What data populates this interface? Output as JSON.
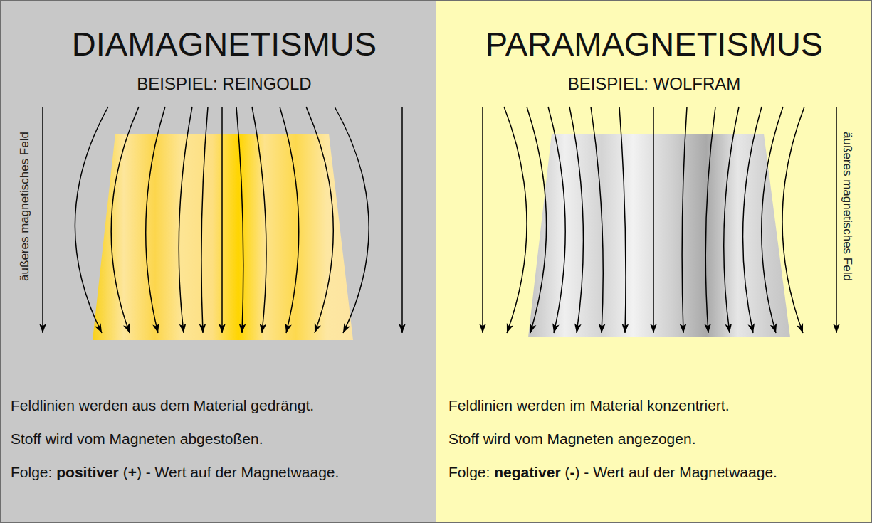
{
  "diagram": {
    "nodes": [
      {
        "text": [
          "DIAMAGNETISMUS",
          "BEISPIEL: REINGOLD",
          "Feldlinien werden aus dem Material gedrängt.",
          "Stoff wird vom Magneten abgestoßen.",
          "Folge:",
          "positiver",
          "(",
          "+",
          ") - Wert auf der Magnetwaage."
        ]
      },
      {
        "text": [
          "PARAMAGNETISMUS",
          "BEISPIEL: WOLFRAM",
          "Feldlinien werden im Material konzentriert.",
          "Stoff wird vom Magneten angezogen.",
          "Folge:",
          "negativer",
          "(",
          "-",
          ") - Wert auf der Magnetwaage."
        ]
      }
    ],
    "labels": [
      "äußeres magnetisches Feld",
      "äußeres magnetisches Feld"
    ]
  }
}
